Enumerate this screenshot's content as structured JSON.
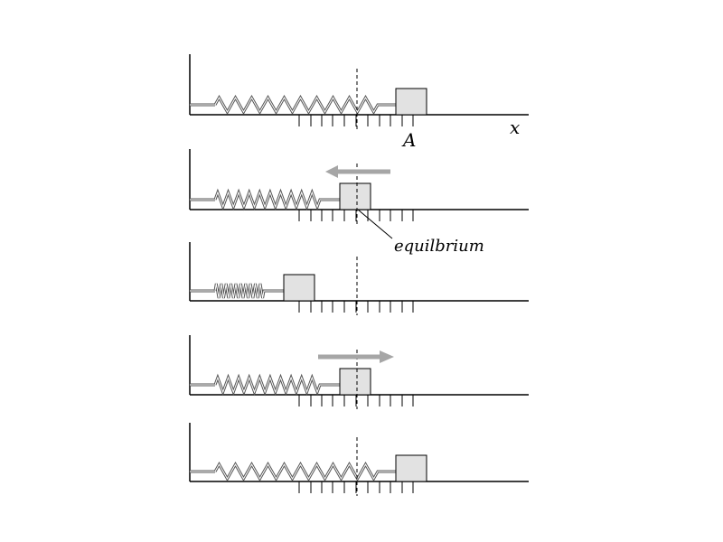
{
  "labels": {
    "amplitude": "A",
    "axis": "x",
    "equilibrium": "equilbrium"
  },
  "colors": {
    "line": "#000000",
    "spring": "#555555",
    "block_fill": "#e2e2e2",
    "block_stroke": "#000000",
    "arrow": "#a6a6a6",
    "equilibrium_line": "#000000"
  },
  "panels": [
    {
      "state": "stretched-max",
      "arrow": "none"
    },
    {
      "state": "at-equilibrium",
      "arrow": "left"
    },
    {
      "state": "compressed-max",
      "arrow": "none"
    },
    {
      "state": "at-equilibrium",
      "arrow": "right"
    },
    {
      "state": "stretched-max",
      "arrow": "none"
    }
  ]
}
